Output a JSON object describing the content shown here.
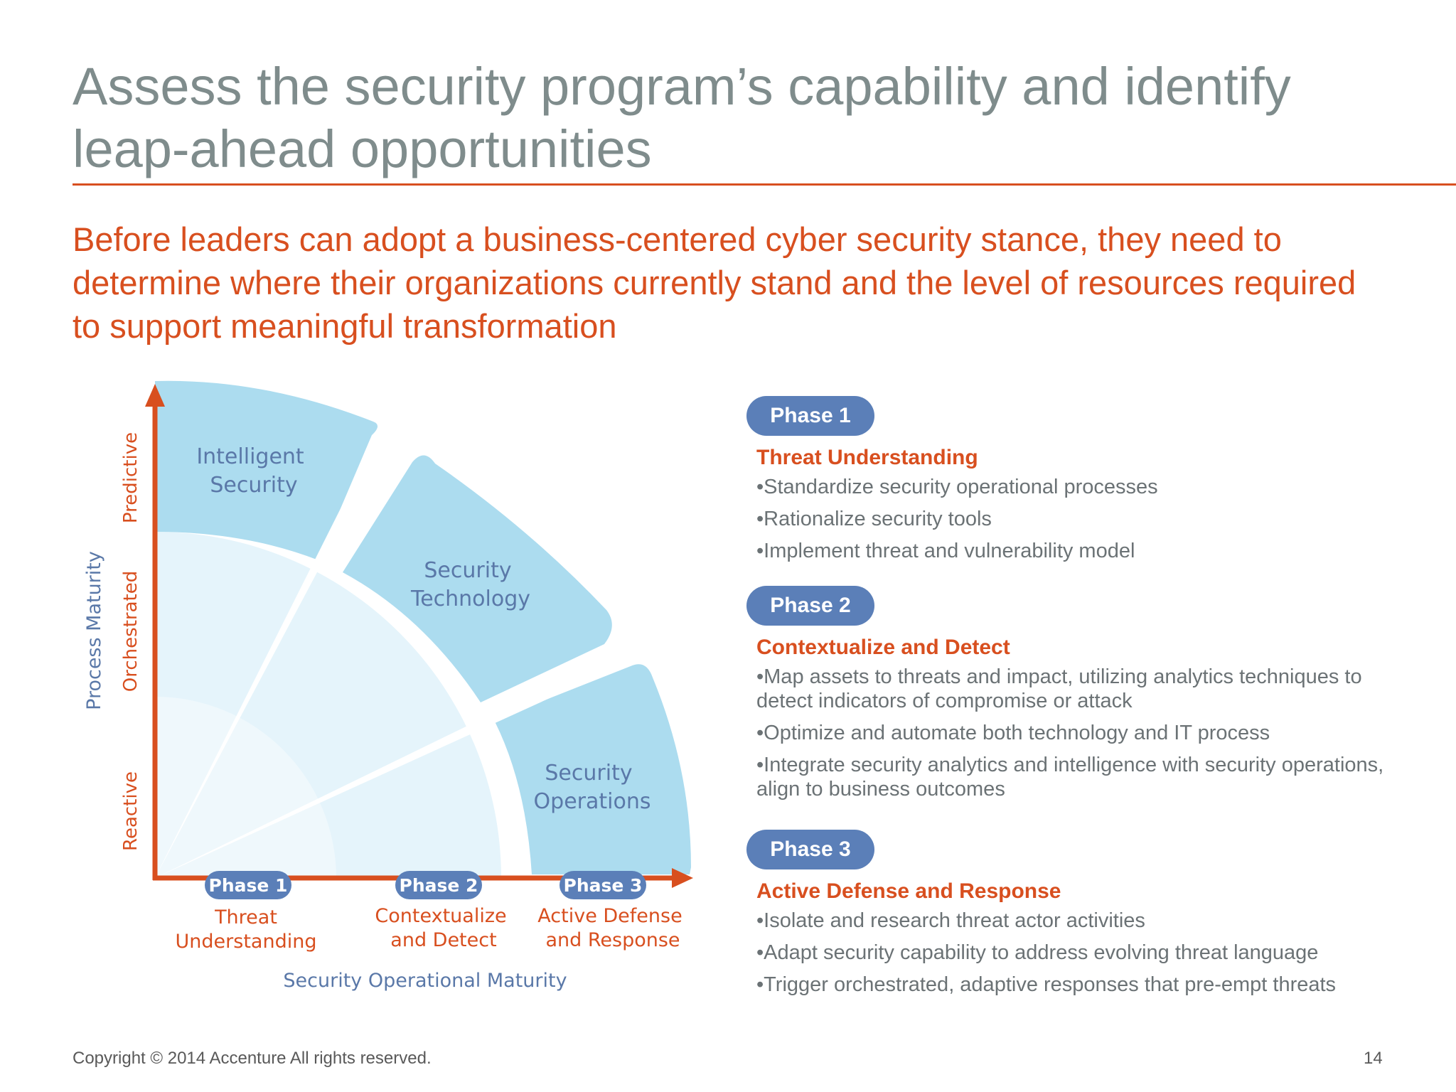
{
  "title": "Assess the security program’s capability and identify leap-ahead opportunities",
  "subtitle": "Before leaders can adopt a business-centered cyber security stance, they need to determine where their organizations currently stand and the level of resources required to support meaningful transformation",
  "diagram": {
    "y_axis_title": "Process Maturity",
    "y_levels": [
      "Predictive",
      "Orchestrated",
      "Reactive"
    ],
    "x_axis_title": "Security Operational Maturity",
    "segments": [
      {
        "line1": "Intelligent",
        "line2": "Security"
      },
      {
        "line1": "Security",
        "line2": "Technology"
      },
      {
        "line1": "Security",
        "line2": "Operations"
      }
    ],
    "x_phases": [
      {
        "pill": "Phase 1",
        "line1": "Threat",
        "line2": "Understanding"
      },
      {
        "pill": "Phase 2",
        "line1": "Contextualize",
        "line2": "and Detect"
      },
      {
        "pill": "Phase 3",
        "line1": "Active Defense",
        "line2": "and Response"
      }
    ]
  },
  "phases": [
    {
      "pill": "Phase 1",
      "heading": "Threat Understanding",
      "bullets": [
        "•Standardize security operational processes",
        "•Rationalize security tools",
        "•Implement threat and vulnerability model"
      ]
    },
    {
      "pill": "Phase 2",
      "heading": "Contextualize and Detect",
      "bullets": [
        "•Map assets to threats and impact, utilizing analytics techniques to detect indicators of compromise or attack",
        "•Optimize and automate both technology and IT process",
        "•Integrate security analytics and intelligence with security operations, align to business outcomes"
      ]
    },
    {
      "pill": "Phase 3",
      "heading": "Active Defense and Response",
      "bullets": [
        "•Isolate and research threat actor activities",
        "•Adapt security capability to address evolving threat language",
        "•Trigger orchestrated, adaptive responses that pre-empt threats"
      ]
    }
  ],
  "footer": {
    "copyright": "Copyright © 2014 Accenture  All rights reserved.",
    "page_number": "14"
  },
  "colors": {
    "accent": "#d84f1f",
    "pill_blue": "#5b7fb8",
    "title_gray": "#7f8c8c",
    "fan_blue": "#a9dcef",
    "label_blue": "#5a78a8"
  }
}
